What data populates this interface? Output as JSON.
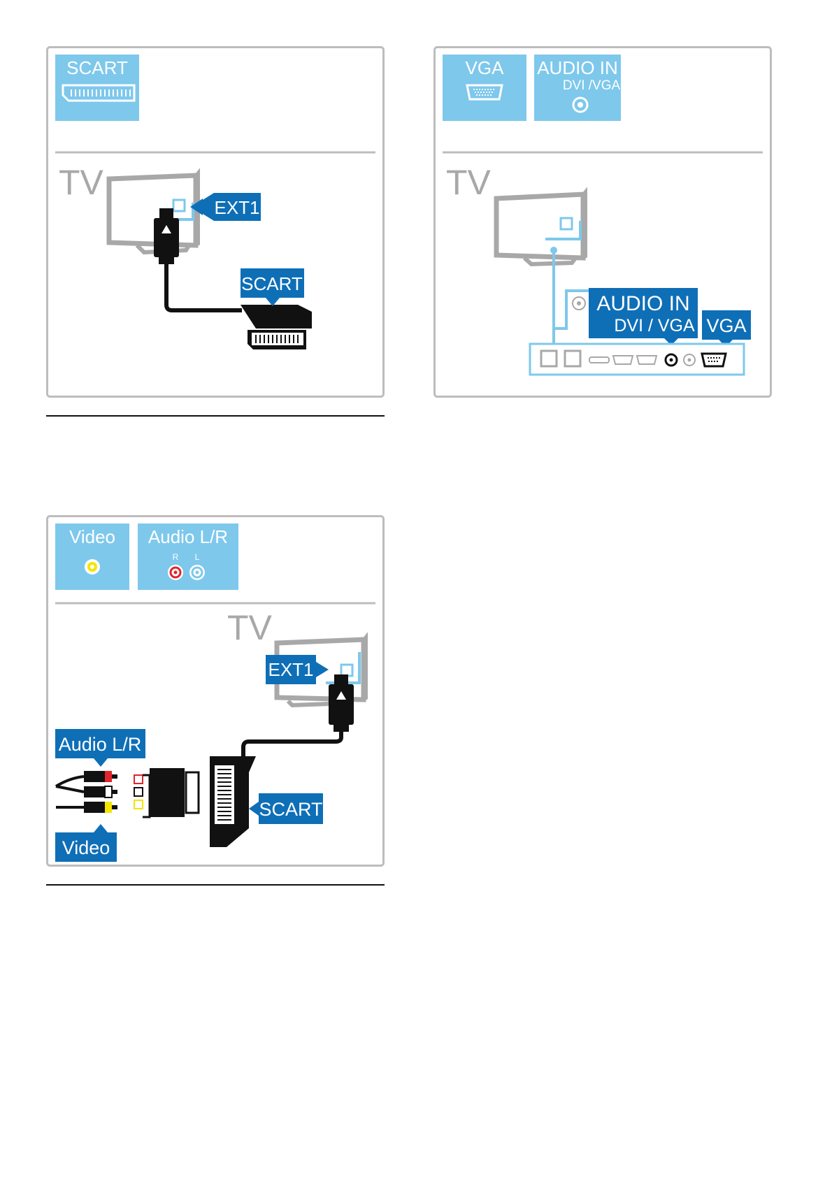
{
  "colors": {
    "light_blue": "#7ec8ec",
    "dark_blue": "#0e6fb7",
    "frame_gray": "#bdbdbd",
    "tv_gray": "#a8a8a8",
    "cable_black": "#111111",
    "red": "#e2242b",
    "yellow": "#f5e400",
    "white": "#ffffff"
  },
  "fig_scart": {
    "header_tile": "SCART",
    "tv_label": "TV",
    "port_tag": "EXT1",
    "cable_tag": "SCART"
  },
  "fig_vga": {
    "tile_vga": "VGA",
    "tile_audio_line1": "AUDIO IN",
    "tile_audio_line2": "DVI /VGA",
    "tv_label": "TV",
    "audio_tag_line1": "AUDIO IN",
    "audio_tag_line2": "DVI / VGA",
    "vga_tag": "VGA"
  },
  "fig_video": {
    "tile_video": "Video",
    "tile_audio": "Audio L/R",
    "tile_audio_r": "R",
    "tile_audio_l": "L",
    "tv_label": "TV",
    "port_tag": "EXT1",
    "audio_tag": "Audio L/R",
    "video_tag": "Video",
    "scart_tag": "SCART"
  }
}
